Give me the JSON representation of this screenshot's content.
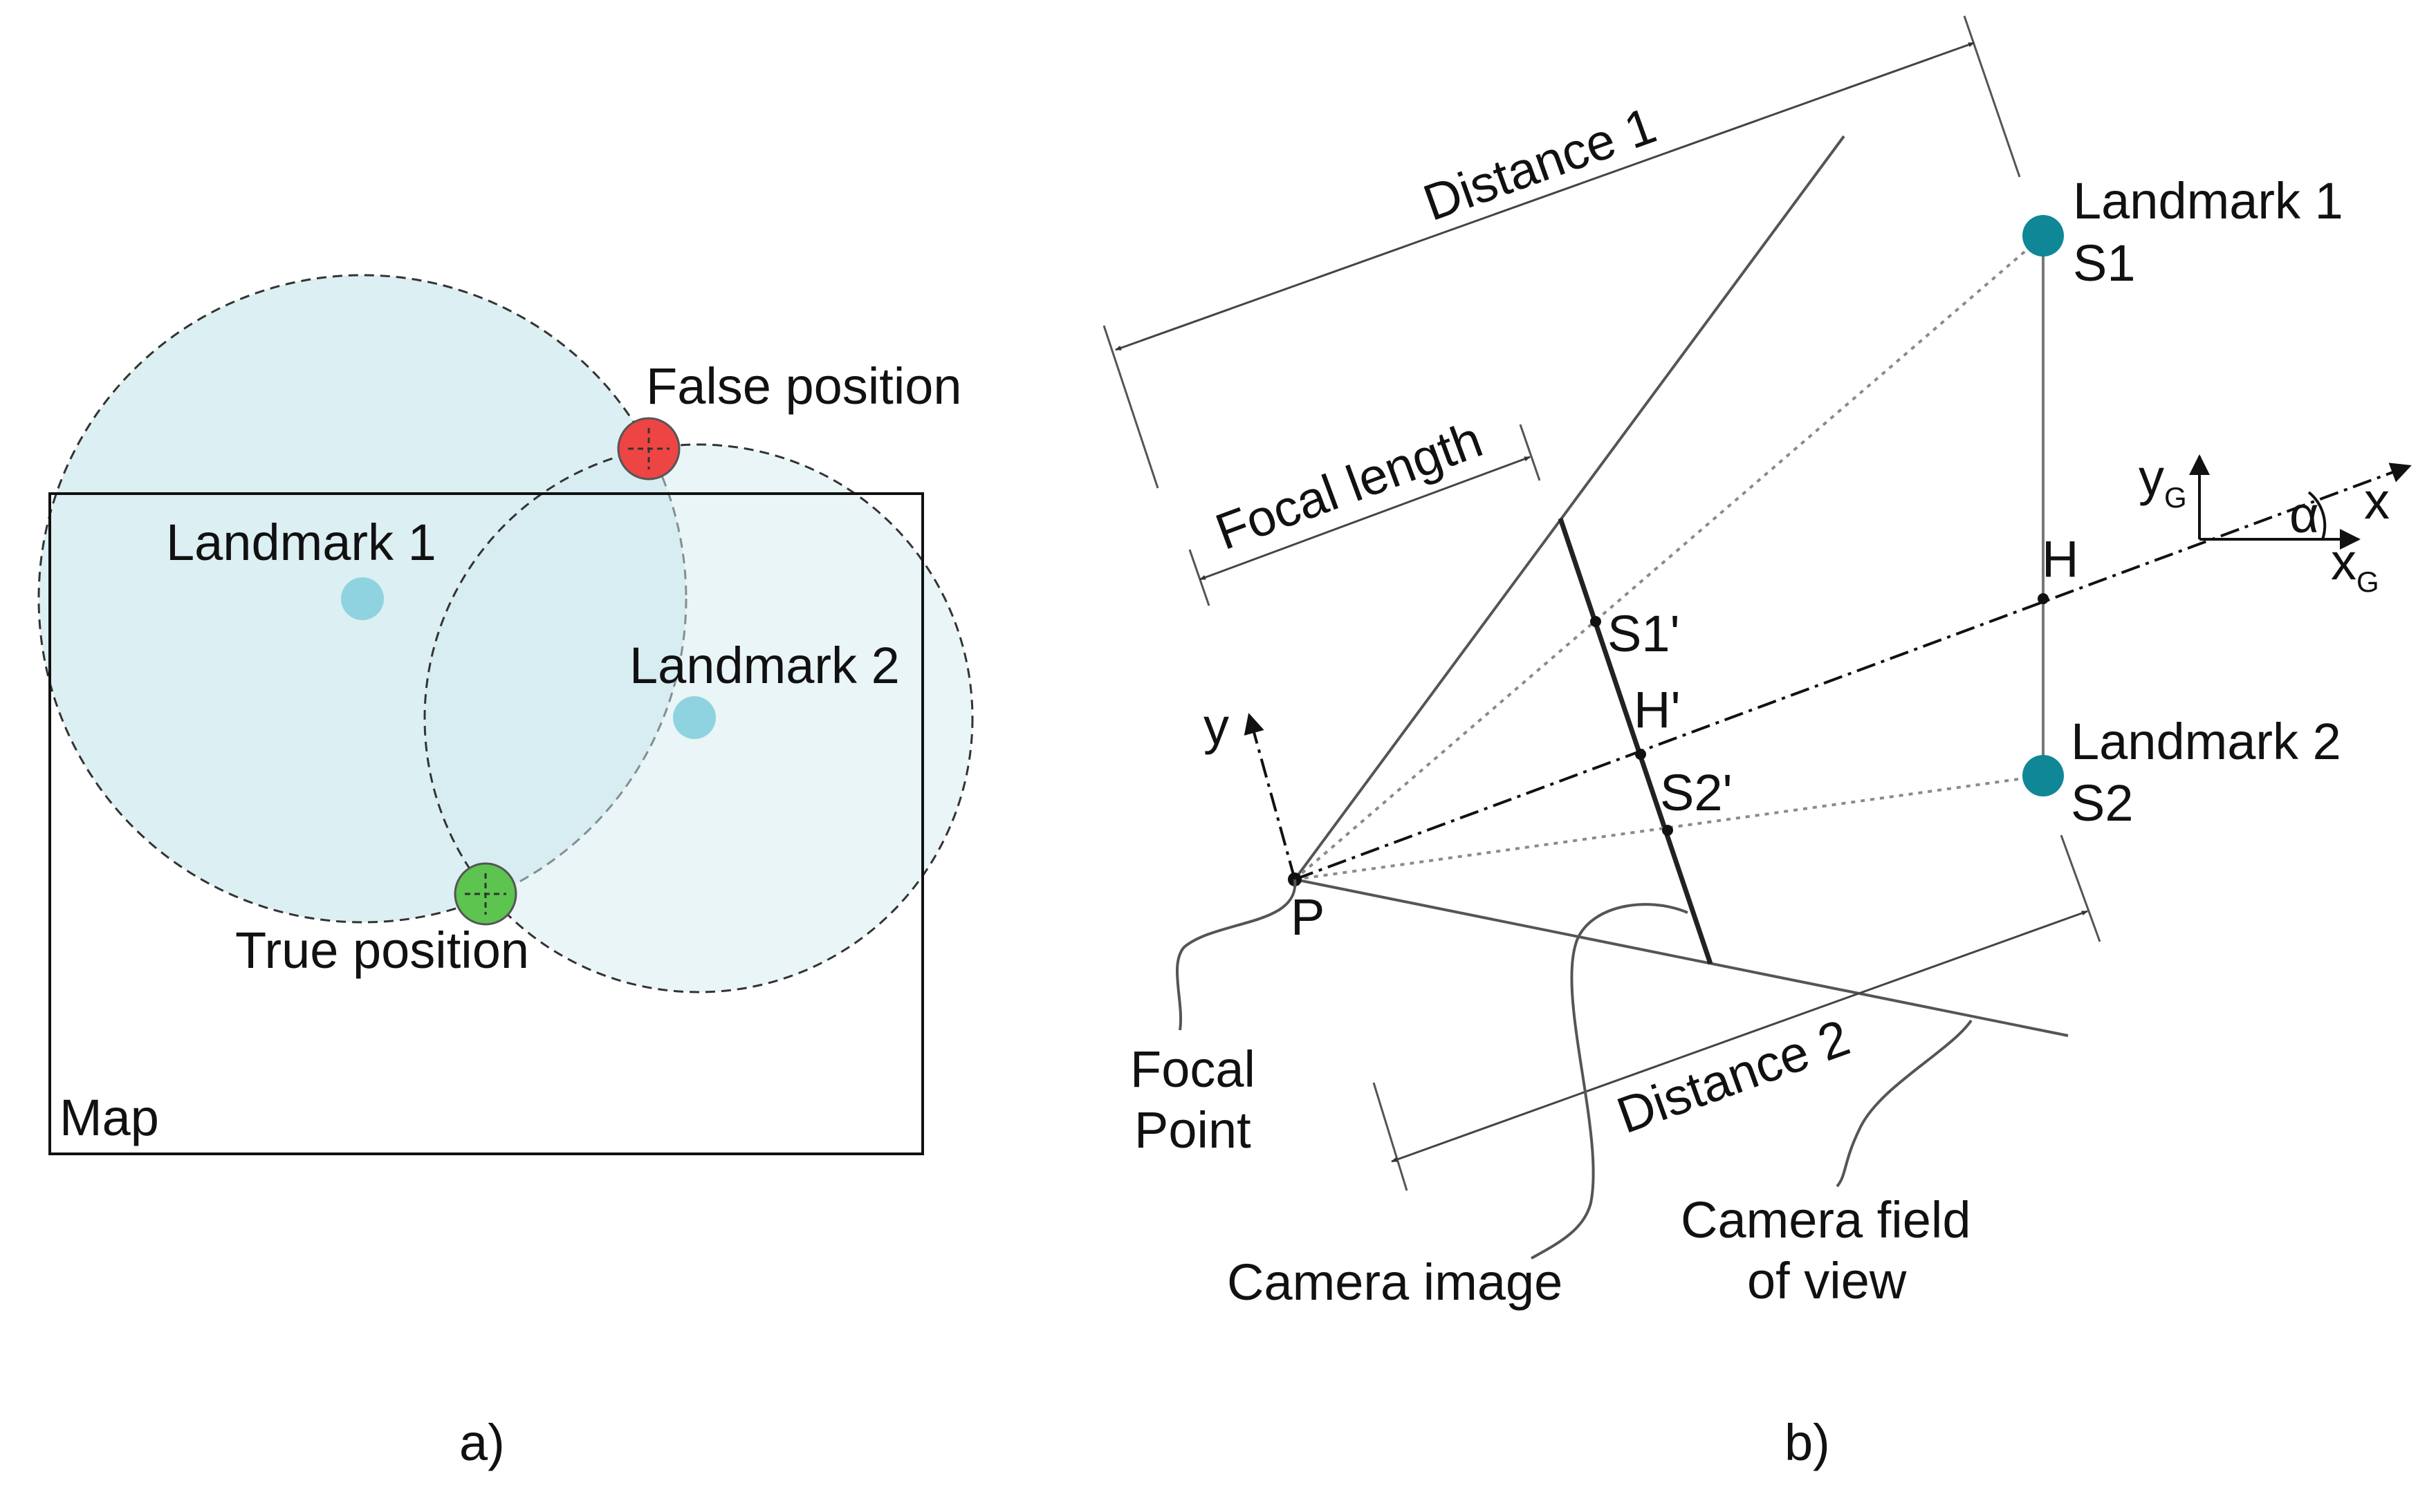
{
  "panel_a": {
    "caption": "a)",
    "map_label": "Map",
    "landmark1_label": "Landmark 1",
    "landmark2_label": "Landmark 2",
    "false_position_label": "False position",
    "true_position_label": "True position",
    "colors": {
      "circle_fill": "#d3ebf0",
      "landmark": "#8fd3e0",
      "false_position": "#ef4444",
      "true_position": "#5cc44f"
    }
  },
  "panel_b": {
    "caption": "b)",
    "distance1_label": "Distance 1",
    "distance2_label": "Distance 2",
    "focal_length_label": "Focal length",
    "landmark1_label": "Landmark 1",
    "s1_label": "S1",
    "landmark2_label": "Landmark 2",
    "s2_label": "S2",
    "h_label": "H",
    "s1_prime_label": "S1'",
    "h_prime_label": "H'",
    "s2_prime_label": "S2'",
    "p_label": "P",
    "y_label": "y",
    "x_label": "x",
    "yg_main": "y",
    "yg_sub": "G",
    "xg_main": "x",
    "xg_sub": "G",
    "alpha_label": "α",
    "focal_point_line1": "Focal",
    "focal_point_line2": "Point",
    "camera_image_label": "Camera image",
    "fov_line1": "Camera field",
    "fov_line2": "of view",
    "colors": {
      "landmark": "#0f8796"
    }
  }
}
